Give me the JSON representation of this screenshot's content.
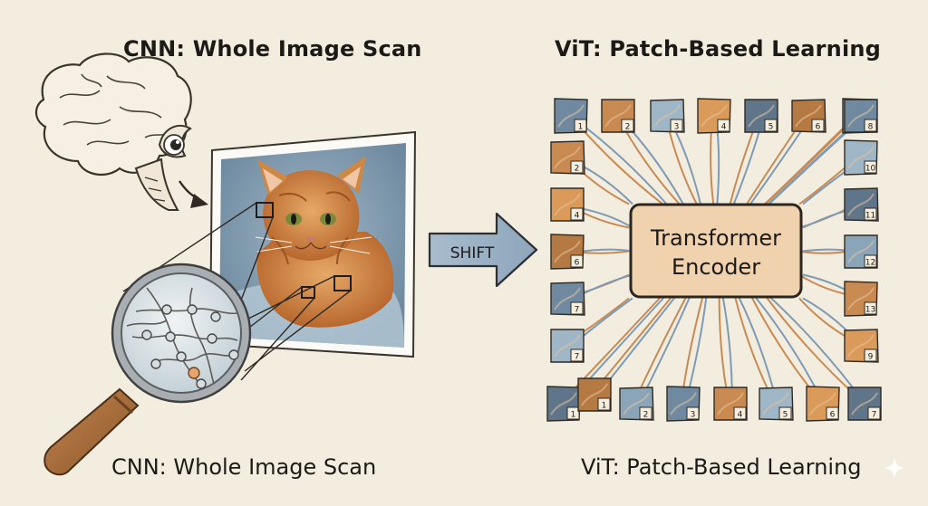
{
  "cnn": {
    "title": "CNN: Whole Image Scan",
    "caption": "CNN: Whole Image Scan"
  },
  "vit": {
    "title": "ViT: Patch-Based Learning",
    "caption": "ViT: Patch-Based Learning",
    "encoder_line1": "Transformer",
    "encoder_line2": "Encoder",
    "patch_numbers": [
      "1",
      "2",
      "3",
      "4",
      "5",
      "6",
      "7",
      "8",
      "2",
      "10",
      "4",
      "11",
      "6",
      "12",
      "7",
      "13",
      "7",
      "9",
      "1",
      "1",
      "2",
      "3",
      "4",
      "5",
      "6",
      "7"
    ]
  },
  "arrow_label": "SHIFT",
  "colors": {
    "background": "#f3ede0",
    "encoder_fill": "#f0d3ae",
    "orange_wire": "#c98a52",
    "blue_wire": "#7e9bb4",
    "cat_fur": "#d48a45"
  },
  "icons": [
    "brain-icon",
    "eye-icon",
    "magnifying-glass-icon",
    "sparkle-icon"
  ]
}
